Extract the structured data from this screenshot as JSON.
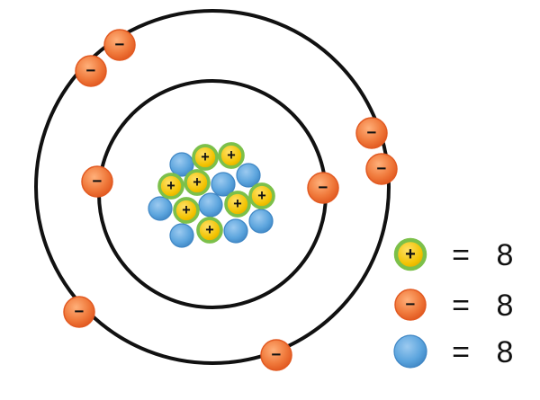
{
  "legend": [
    {
      "kind": "proton",
      "symbol": "+",
      "equals": "=",
      "count": "8"
    },
    {
      "kind": "electron",
      "symbol": "−",
      "equals": "=",
      "count": "8"
    },
    {
      "kind": "neutron",
      "symbol": "",
      "equals": "=",
      "count": "8"
    }
  ],
  "symbols": {
    "proton": "+",
    "electron": "−"
  },
  "colors": {
    "orbit": "#111111",
    "electron_fill": "#f07a3c",
    "electron_edge": "#e25a22",
    "proton_fill": "#f2c200",
    "proton_edge": "#7cc04a",
    "neutron_fill": "#5ba4dd",
    "neutron_edge": "#3f86c4"
  }
}
